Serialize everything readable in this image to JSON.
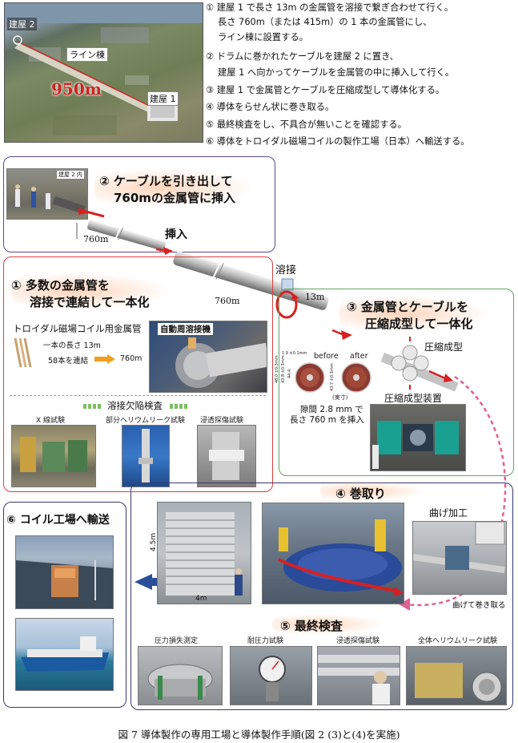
{
  "aerial": {
    "building2": "建屋 2",
    "line_building": "ライン棟",
    "distance": "950m",
    "building1": "建屋 1"
  },
  "steps": [
    "① 建屋 1 で長さ 13m の金属管を溶接で繋ぎ合わせて行く。",
    "長さ 760m（または 415m）の 1 本の金属管にし、",
    "ライン棟に設置する。",
    "② ドラムに巻かれたケーブルを建屋 2 に置き、",
    "建屋 1 へ向かってケーブルを金属管の中に挿入して行く。",
    "③ 建屋 1 で金属管とケーブルを圧縮成型して導体化する。",
    "④ 導体をらせん状に巻き取る。",
    "⑤ 最終検査をし、不具合が無いことを確認する。",
    "⑥ 導体をトロイダル磁場コイルの製作工場（日本）へ輸送する。"
  ],
  "panel2": {
    "title_line1": "② ケーブルを引き出して",
    "title_line2": "760mの金属管に挿入",
    "photo_label": "建屋 2 内",
    "len_label": "760m",
    "insert_label": "挿入"
  },
  "panel1": {
    "title_line1": "① 多数の金属管を",
    "title_line2": "溶接で連結して一本化",
    "sub_title": "トロイダル磁場コイル用金属管",
    "pipe_len": "一本の長さ 13m",
    "connect": "58本を連結",
    "result": "760m",
    "auto_weld": "自動周溶接機",
    "inspection": "溶接欠陥検査",
    "tests": [
      "X 線試験",
      "部分ヘリウムリーク試験",
      "浸透探傷試験"
    ]
  },
  "pipe": {
    "weld_label": "溶接",
    "seg_label": "13m",
    "len_label": "760m"
  },
  "panel3": {
    "title_line1": "③ 金属管とケーブルを",
    "title_line2": "圧縮成型して一体化",
    "press_label": "圧縮成型",
    "before": "before",
    "after": "after",
    "real_size": "(実寸)",
    "dim_top": "1.9 ±0.1mm",
    "dim_left1": "48.0 ±0.3mm",
    "dim_left2": "43.8 ±0.3mm",
    "dim_in1": "44.4",
    "dim_in2": "43.7 ±0.3mm",
    "gap_line1": "隙間 2.8 mm で",
    "gap_line2": "長さ 760 m を挿入",
    "device": "圧縮成型装置"
  },
  "panel4": {
    "title": "④ 巻取り",
    "bend": "曲げ加工",
    "height": "4.5m",
    "width": "4m",
    "bend_wind": "曲げて巻き取る"
  },
  "panel6": {
    "title": "⑥ コイル工場へ輸送"
  },
  "panel5": {
    "title": "⑤ 最終検査",
    "tests": [
      "圧力損失測定",
      "耐圧力試験",
      "浸透探傷試験",
      "全体ヘリウムリーク試験"
    ]
  },
  "caption": "図 7  導体製作の専用工場と導体製作手順(図 2 (3)と(4)を実施)",
  "colors": {
    "panel2_border": "#5a4a8a",
    "panel1_border": "#d84040",
    "panel3_border": "#5fa85f",
    "panel4_border": "#3a3a70",
    "arrow_red": "#d82020",
    "arrow_pink": "#e06090",
    "arrow_blue": "#2a4f9a"
  }
}
